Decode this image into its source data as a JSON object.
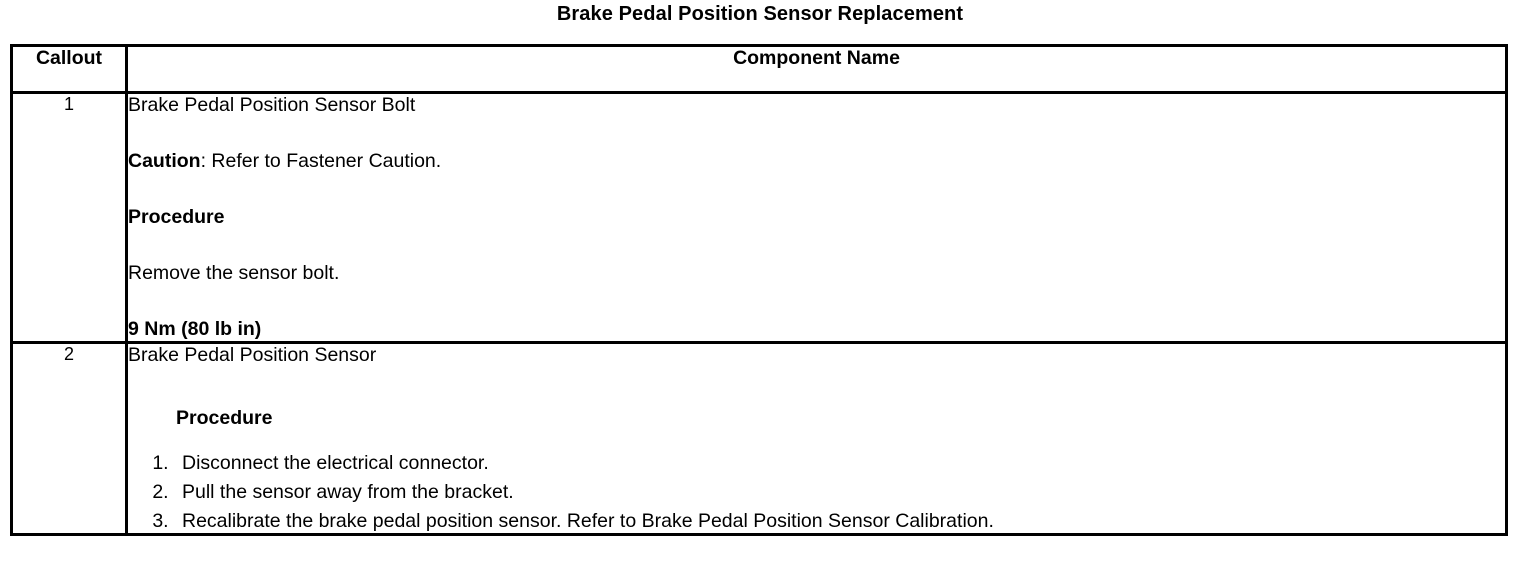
{
  "document": {
    "title": "Brake Pedal Position Sensor Replacement"
  },
  "table": {
    "headers": {
      "callout": "Callout",
      "component_name": "Component Name"
    },
    "rows": [
      {
        "callout": "1",
        "component_title": "Brake Pedal Position Sensor Bolt",
        "caution_label": "Caution",
        "caution_text": ": Refer to Fastener Caution.",
        "procedure_heading": "Procedure",
        "procedure_text": "Remove the sensor bolt.",
        "torque": "9 Nm (80 lb in)"
      },
      {
        "callout": "2",
        "component_title": "Brake Pedal Position Sensor",
        "procedure_heading": "Procedure",
        "steps": [
          "Disconnect the electrical connector.",
          "Pull the sensor away from the bracket.",
          "Recalibrate the brake pedal position sensor. Refer to Brake Pedal Position Sensor Calibration."
        ]
      }
    ]
  },
  "colors": {
    "text": "#000000",
    "background": "#ffffff",
    "border": "#000000"
  }
}
